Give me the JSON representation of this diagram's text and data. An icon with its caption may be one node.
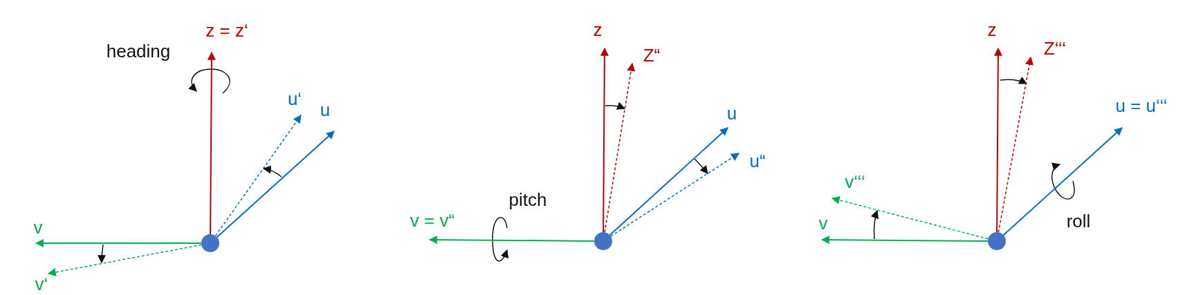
{
  "diagram": {
    "nodes": [
      {
        "text": [],
        "shape": "circle"
      },
      {
        "text": [
          "z = z‘"
        ]
      },
      {
        "text": [
          "u‘"
        ]
      },
      {
        "text": [
          "u"
        ]
      },
      {
        "text": [
          "v"
        ]
      },
      {
        "text": [
          "v‘"
        ]
      },
      {
        "text": [],
        "shape": "circle"
      },
      {
        "text": [
          "z"
        ]
      },
      {
        "text": [
          "Z“"
        ]
      },
      {
        "text": [
          "u"
        ]
      },
      {
        "text": [
          "u“"
        ]
      },
      {
        "text": [
          "v = v“"
        ]
      },
      {
        "text": [],
        "shape": "circle"
      },
      {
        "text": [
          "z"
        ]
      },
      {
        "text": [
          "Z‘‘‘"
        ]
      },
      {
        "text": [
          "u = u‘‘‘"
        ]
      },
      {
        "text": [
          "v‘‘‘"
        ]
      },
      {
        "text": [
          "v"
        ]
      }
    ],
    "edges": [
      {
        "from": 0,
        "to": 1,
        "arrow": "to",
        "color": "#c00000"
      },
      {
        "from": 0,
        "to": 2,
        "arrow": "to",
        "style": "dashed",
        "color": "#0070c0"
      },
      {
        "from": 0,
        "to": 3,
        "arrow": "to",
        "color": "#0070c0"
      },
      {
        "from": 0,
        "to": 4,
        "arrow": "to",
        "color": "#00b050"
      },
      {
        "from": 0,
        "to": 5,
        "arrow": "to",
        "style": "dashed",
        "color": "#00b050"
      },
      {
        "from": 6,
        "to": 7,
        "arrow": "to",
        "color": "#c00000"
      },
      {
        "from": 6,
        "to": 8,
        "arrow": "to",
        "style": "dashed",
        "color": "#c00000"
      },
      {
        "from": 6,
        "to": 9,
        "arrow": "to",
        "color": "#0070c0"
      },
      {
        "from": 6,
        "to": 10,
        "arrow": "to",
        "style": "dashed",
        "color": "#0070c0"
      },
      {
        "from": 6,
        "to": 11,
        "arrow": "to",
        "color": "#00b050"
      },
      {
        "from": 12,
        "to": 13,
        "arrow": "to",
        "color": "#c00000"
      },
      {
        "from": 12,
        "to": 14,
        "arrow": "to",
        "style": "dashed",
        "color": "#c00000"
      },
      {
        "from": 12,
        "to": 15,
        "arrow": "to",
        "color": "#0070c0"
      },
      {
        "from": 12,
        "to": 16,
        "arrow": "to",
        "style": "dashed",
        "color": "#00b050"
      },
      {
        "from": 12,
        "to": 17,
        "arrow": "to",
        "color": "#00b050"
      }
    ],
    "labels": [
      "heading",
      "pitch",
      "roll"
    ]
  }
}
